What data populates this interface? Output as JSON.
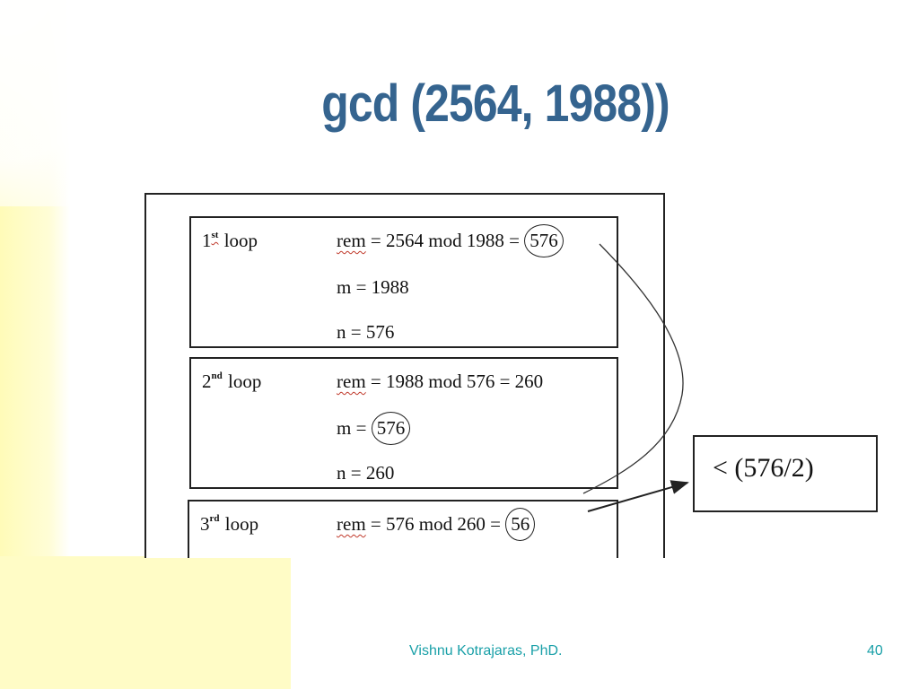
{
  "slide": {
    "title": "gcd (2564, 1988))",
    "author": "Vishnu Kotrajaras, PhD.",
    "page_number": "40"
  },
  "loops": [
    {
      "ordinal": "1",
      "ordinal_suffix": "st",
      "label": "loop",
      "rem_prefix": "rem",
      "rem_expr": " = 2564 mod 1988 = ",
      "rem_result": "576",
      "m_line": "m = 1988",
      "n_line": "n = 576"
    },
    {
      "ordinal": "2",
      "ordinal_suffix": "nd",
      "label": "loop",
      "rem_prefix": "rem",
      "rem_expr": " = 1988 mod 576 = 260",
      "m_prefix": "m = ",
      "m_value": "576",
      "n_line": "n = 260"
    },
    {
      "ordinal": "3",
      "ordinal_suffix": "rd",
      "label": "loop",
      "rem_prefix": "rem",
      "rem_expr": " = 576 mod 260 = ",
      "rem_result": "56"
    }
  ],
  "comparison": "< (576/2)",
  "colors": {
    "title": "#35648f",
    "footer": "#1aa0a8",
    "background_accent": "#fffcc6"
  }
}
